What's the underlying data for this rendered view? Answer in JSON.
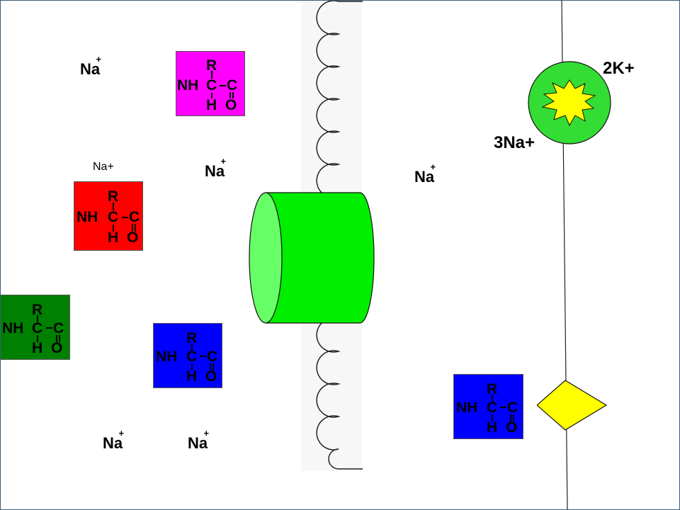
{
  "ions": {
    "na_symbol": "Na",
    "plus": "+",
    "na_small": "Na+"
  },
  "pump": {
    "k_label": "2K+",
    "na_label": "3Na+"
  },
  "amino_acid": {
    "r": "R",
    "nh": "NH",
    "c_alpha": "C",
    "c_carbonyl": "C",
    "h": "H",
    "o": "O"
  },
  "colors": {
    "magenta": "#ff00ff",
    "red": "#ff0000",
    "dark_green": "#008000",
    "blue": "#0000ff",
    "channel_green": "#00ee00",
    "pump_green": "#33dd33",
    "starburst": "#ffff00",
    "diamond": "#ffff00"
  }
}
